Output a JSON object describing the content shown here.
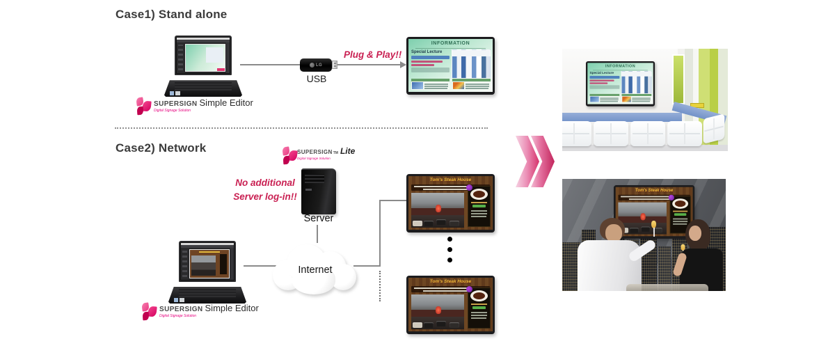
{
  "colors": {
    "accent_pink": "#e6007e",
    "crimson": "#c92052",
    "line_gray": "#8a8a8a"
  },
  "logo": {
    "brand": "SuperSign",
    "tagline": "Digital Signage Solution",
    "product": "Simple Editor"
  },
  "lite": {
    "brand": "SuperSign",
    "tm": "TM",
    "product": "Lite",
    "tagline": "Digital Signage Solution"
  },
  "case1": {
    "title": "Case1) Stand alone",
    "plug_play": "Plug & Play!!",
    "usb_label": "USB",
    "usb_brand": "LG"
  },
  "case2": {
    "title": "Case2) Network",
    "note_line1": "No additional",
    "note_line2": "Server log-in!!",
    "server_label": "Server",
    "internet_label": "Internet"
  },
  "signage": {
    "information": {
      "title": "INFORMATION",
      "panel_title": "Special Lecture"
    },
    "steakhouse": {
      "title": "Tom's Steak House"
    }
  }
}
